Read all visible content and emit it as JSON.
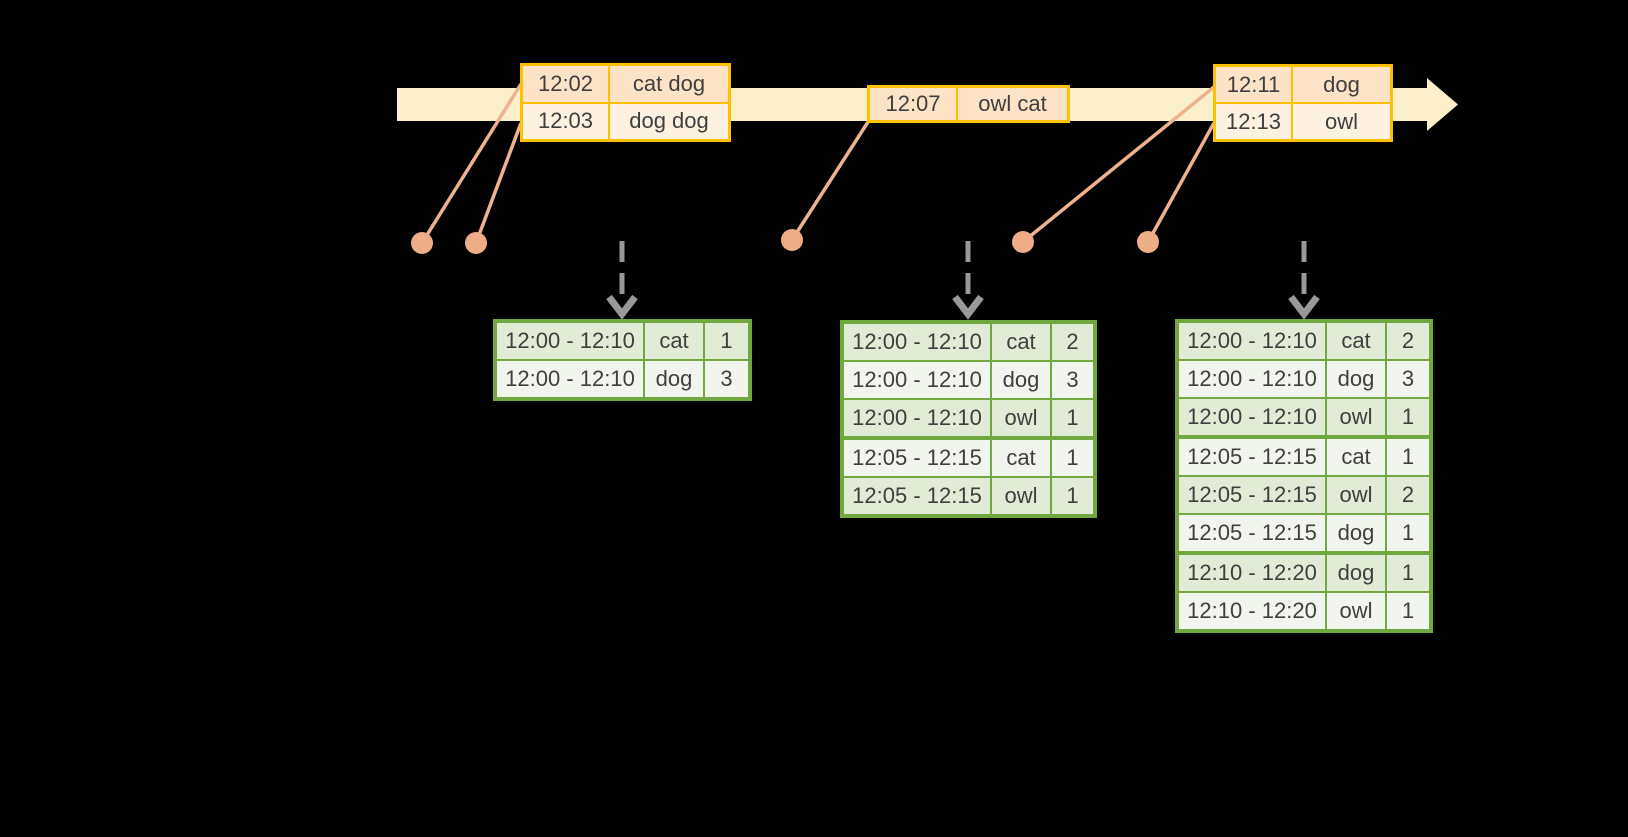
{
  "event_tables": [
    {
      "id": "events-batch-1",
      "rows": [
        {
          "time": "12:02",
          "words": "cat dog"
        },
        {
          "time": "12:03",
          "words": "dog dog"
        }
      ]
    },
    {
      "id": "events-batch-2",
      "rows": [
        {
          "time": "12:07",
          "words": "owl cat"
        }
      ]
    },
    {
      "id": "events-batch-3",
      "rows": [
        {
          "time": "12:11",
          "words": "dog"
        },
        {
          "time": "12:13",
          "words": "owl"
        }
      ]
    }
  ],
  "result_tables": [
    {
      "id": "result-1",
      "groups": [
        {
          "rows": [
            {
              "window": "12:00 - 12:10",
              "word": "cat",
              "count": "1"
            },
            {
              "window": "12:00 - 12:10",
              "word": "dog",
              "count": "3"
            }
          ]
        }
      ]
    },
    {
      "id": "result-2",
      "groups": [
        {
          "rows": [
            {
              "window": "12:00 - 12:10",
              "word": "cat",
              "count": "2"
            },
            {
              "window": "12:00 - 12:10",
              "word": "dog",
              "count": "3"
            },
            {
              "window": "12:00 - 12:10",
              "word": "owl",
              "count": "1"
            }
          ]
        },
        {
          "rows": [
            {
              "window": "12:05 - 12:15",
              "word": "cat",
              "count": "1"
            },
            {
              "window": "12:05 - 12:15",
              "word": "owl",
              "count": "1"
            }
          ]
        }
      ]
    },
    {
      "id": "result-3",
      "groups": [
        {
          "rows": [
            {
              "window": "12:00 - 12:10",
              "word": "cat",
              "count": "2"
            },
            {
              "window": "12:00 - 12:10",
              "word": "dog",
              "count": "3"
            },
            {
              "window": "12:00 - 12:10",
              "word": "owl",
              "count": "1"
            }
          ]
        },
        {
          "rows": [
            {
              "window": "12:05 - 12:15",
              "word": "cat",
              "count": "1"
            },
            {
              "window": "12:05 - 12:15",
              "word": "owl",
              "count": "2"
            },
            {
              "window": "12:05 - 12:15",
              "word": "dog",
              "count": "1"
            }
          ]
        },
        {
          "rows": [
            {
              "window": "12:10 - 12:20",
              "word": "dog",
              "count": "1"
            },
            {
              "window": "12:10 - 12:20",
              "word": "owl",
              "count": "1"
            }
          ]
        }
      ]
    }
  ],
  "colors": {
    "background": "#000000",
    "timeline_fill": "#FBF0C9",
    "event_border": "#FFC000",
    "event_row_fill_odd": "#FCE3C5",
    "event_row_fill_even": "#FDF2E2",
    "dot_fill": "#EEAD86",
    "connector": "#EFB28E",
    "trigger_arrow": "#999999",
    "result_border": "#71A83F",
    "result_row_fill_odd": "#E2EBD6",
    "result_row_fill_even": "#F2F5ED",
    "text": "#3F3F3F"
  }
}
